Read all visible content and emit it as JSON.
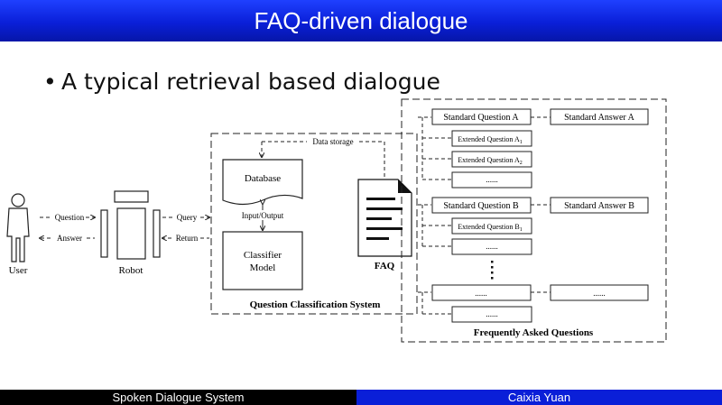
{
  "slide": {
    "title": "FAQ-driven dialogue",
    "bullet_text": "A typical retrieval based dialogue"
  },
  "diagram": {
    "user_label": "User",
    "robot_label": "Robot",
    "question_label": "Question",
    "answer_label": "Answer",
    "query_label": "Query",
    "return_label": "Return",
    "data_storage_label": "Data storage",
    "database_label": "Database",
    "input_output_label": "Input/Output",
    "classifier_line1": "Classifier",
    "classifier_line2": "Model",
    "qcs_label": "Question Classification System",
    "faq_label": "FAQ",
    "faq_section_label": "Frequently Asked Questions",
    "std_q_a": "Standard Question A",
    "std_a_a": "Standard Answer A",
    "ext_q_a": "Extended Question A",
    "ext_q_a_sub1": "1",
    "ext_q_a_sub2": "2",
    "std_q_b": "Standard Question B",
    "std_a_b": "Standard Answer B",
    "ext_q_b": "Extended Question B",
    "ext_q_b_sub1": "1",
    "ellipsis": "......"
  },
  "footer": {
    "left_text": "Spoken Dialogue System",
    "right_text": "Caixia Yuan"
  }
}
